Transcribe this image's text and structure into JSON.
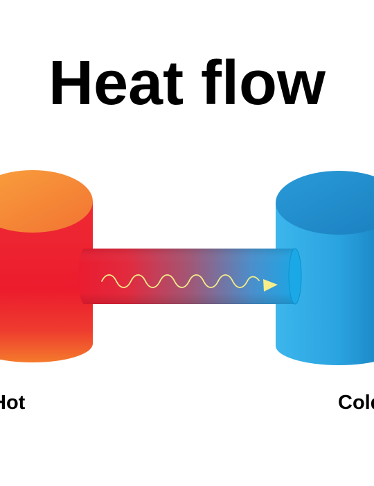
{
  "title": "Heat flow",
  "labels": {
    "hot": "Hot",
    "cold": "Cold"
  },
  "colors": {
    "hot_top": "#f7923a",
    "hot_body": "#ec1c2d",
    "hot_bottom": "#f46a2a",
    "cold_top": "#1f8ecf",
    "cold_body": "#2aa3e0",
    "cold_dark": "#1576b4",
    "arrow": "#f5ee8a"
  },
  "icons": {
    "heat_wave": "wavy-arrow-icon"
  }
}
